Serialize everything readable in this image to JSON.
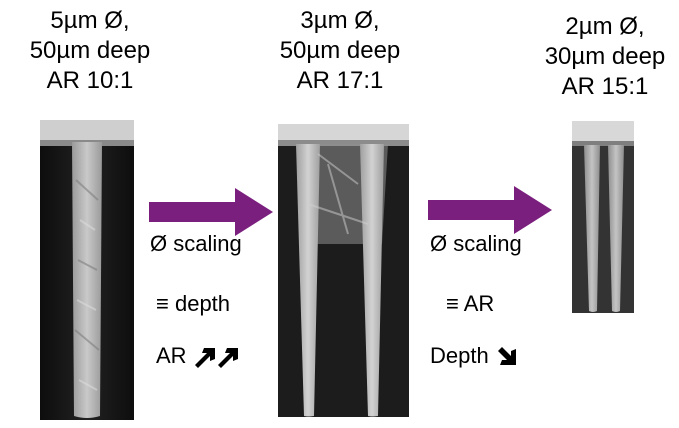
{
  "columns": [
    {
      "size": "5µm Ø,",
      "depth": "50µm deep",
      "ar": "AR 10:1"
    },
    {
      "size": "3µm Ø,",
      "depth": "50µm deep",
      "ar": "AR 17:1"
    },
    {
      "size": "2µm Ø,",
      "depth": "30µm deep",
      "ar": "AR 15:1"
    }
  ],
  "transitions": [
    {
      "line1": "Ø scaling",
      "line2": "depth",
      "line2_prefix": "≡",
      "line3": "AR",
      "line3_icon": "double-up-right-arrow-icon"
    },
    {
      "line1": "Ø scaling",
      "line2": "AR",
      "line2_prefix": "≡",
      "line3": "Depth",
      "line3_icon": "down-right-arrow-icon"
    }
  ],
  "colors": {
    "arrow": "#7b1f7f",
    "sem_dark": "#1a1a1a",
    "sem_fill": "#b8b8b8",
    "sem_top": "#d9d9d9"
  }
}
